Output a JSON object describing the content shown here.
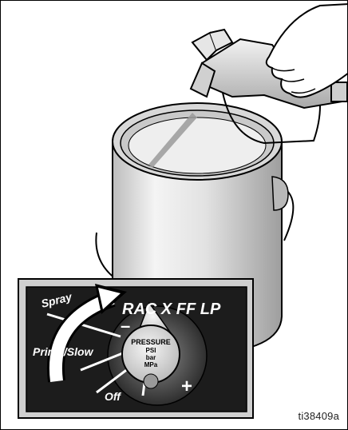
{
  "figure": {
    "reference_id": "ti38409a"
  },
  "dial_panel": {
    "brand_text": "RAC X FF LP",
    "labels": {
      "spray": "Spray",
      "prime_slow": "Prime/Slow",
      "off": "Off",
      "minus": "–",
      "plus": "+"
    },
    "knob_lines": [
      "PRESSURE",
      "PSI",
      "bar",
      "MPa"
    ]
  },
  "colors": {
    "outline": "#000000",
    "can_body": "#e8e8e8",
    "panel_bg": "#1c1c1c",
    "panel_frame": "#c8c8c8",
    "knob": "#d9d9d9"
  }
}
